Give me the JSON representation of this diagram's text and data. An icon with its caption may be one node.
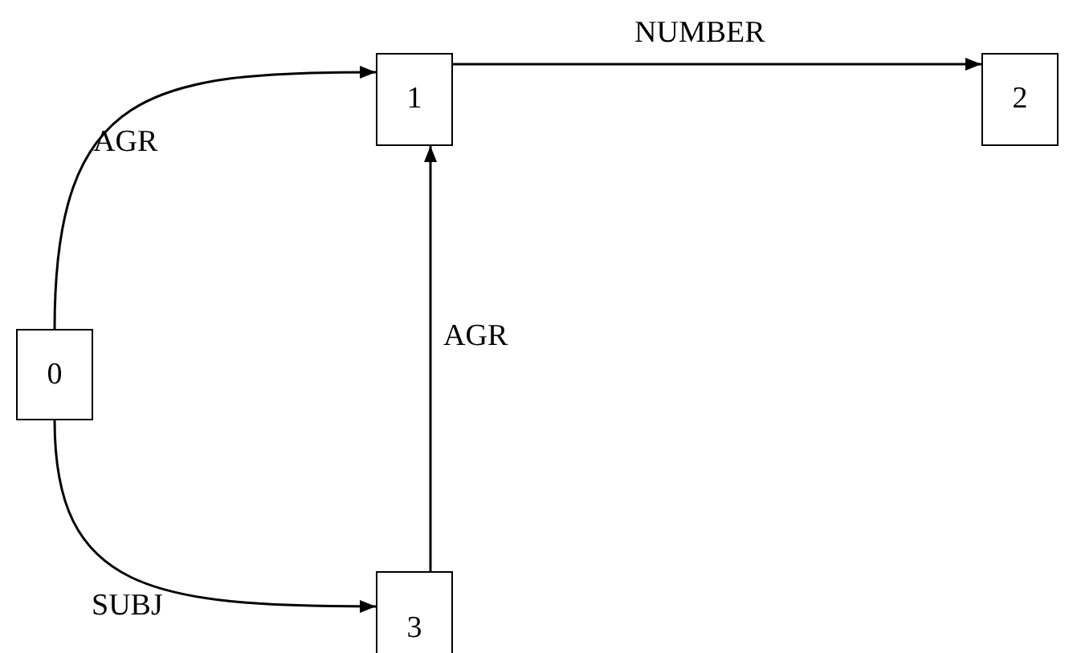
{
  "diagram": {
    "nodes": [
      {
        "text": [
          "0"
        ]
      },
      {
        "text": [
          "1"
        ]
      },
      {
        "text": [
          "2"
        ]
      },
      {
        "text": [
          "3"
        ]
      }
    ],
    "edges": [
      {
        "from": 0,
        "to": 1,
        "arrow": "to",
        "label": "AGR"
      },
      {
        "from": 1,
        "to": 2,
        "arrow": "to",
        "label": "NUMBER"
      },
      {
        "from": 0,
        "to": 3,
        "arrow": "to",
        "label": "SUBJ"
      },
      {
        "from": 3,
        "to": 1,
        "arrow": "to",
        "label": "AGR"
      }
    ]
  }
}
